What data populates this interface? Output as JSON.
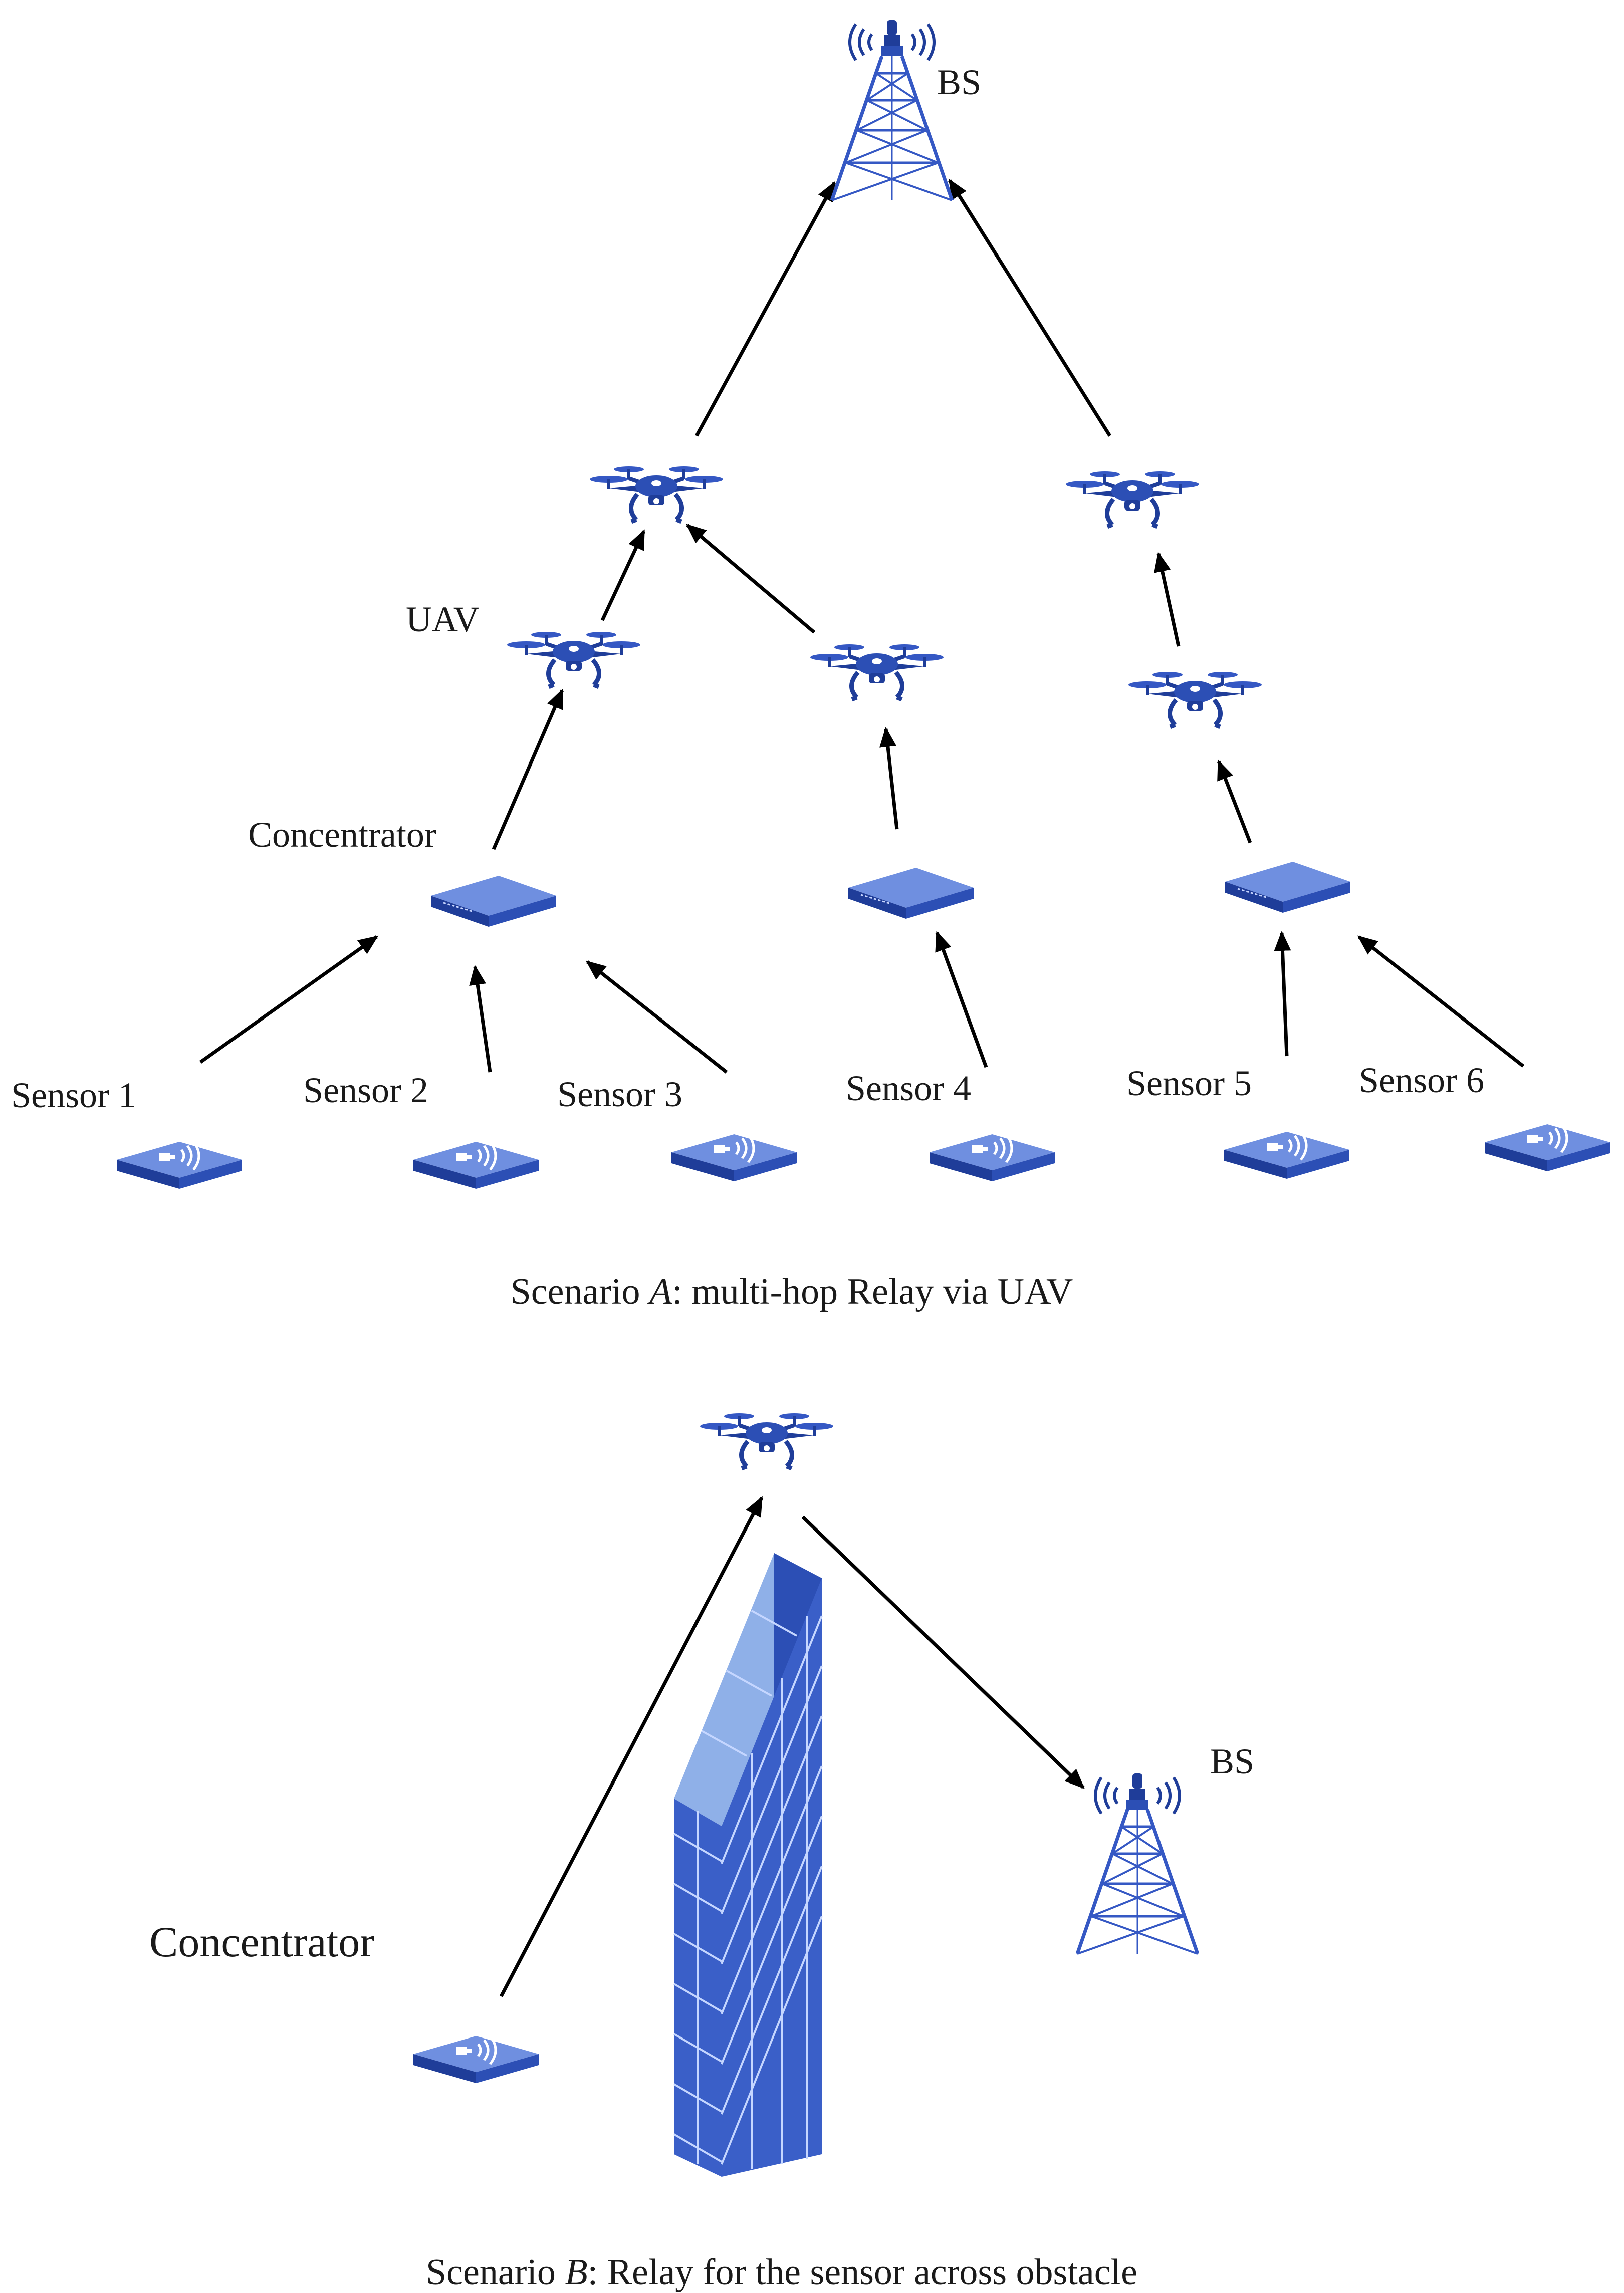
{
  "colors": {
    "device_dark": "#1f3d99",
    "device_mid": "#3558c4",
    "device_light": "#6f8fe0",
    "wall_front": "#3a5fc8",
    "wall_side": "#8fb0e8",
    "arrow": "#000000",
    "text": "#1a1a1a"
  },
  "icons": {
    "tower": "radio-tower-icon",
    "uav": "drone-icon",
    "concentrator": "router-box-icon",
    "sensor": "wireless-sensor-icon",
    "obstacle": "brick-wall-icon"
  },
  "scenario_a": {
    "bs_label": "BS",
    "uav_label": "UAV",
    "concentrator_label": "Concentrator",
    "sensors": [
      "Sensor 1",
      "Sensor 2",
      "Sensor 3",
      "Sensor 4",
      "Sensor 5",
      "Sensor 6"
    ],
    "caption_prefix": "Scenario ",
    "caption_letter": "A",
    "caption_suffix": ": multi-hop Relay via UAV"
  },
  "scenario_b": {
    "bs_label": "BS",
    "concentrator_label": "Concentrator",
    "caption_prefix": "Scenario ",
    "caption_letter": "B",
    "caption_suffix": ": Relay for the sensor across obstacle"
  }
}
